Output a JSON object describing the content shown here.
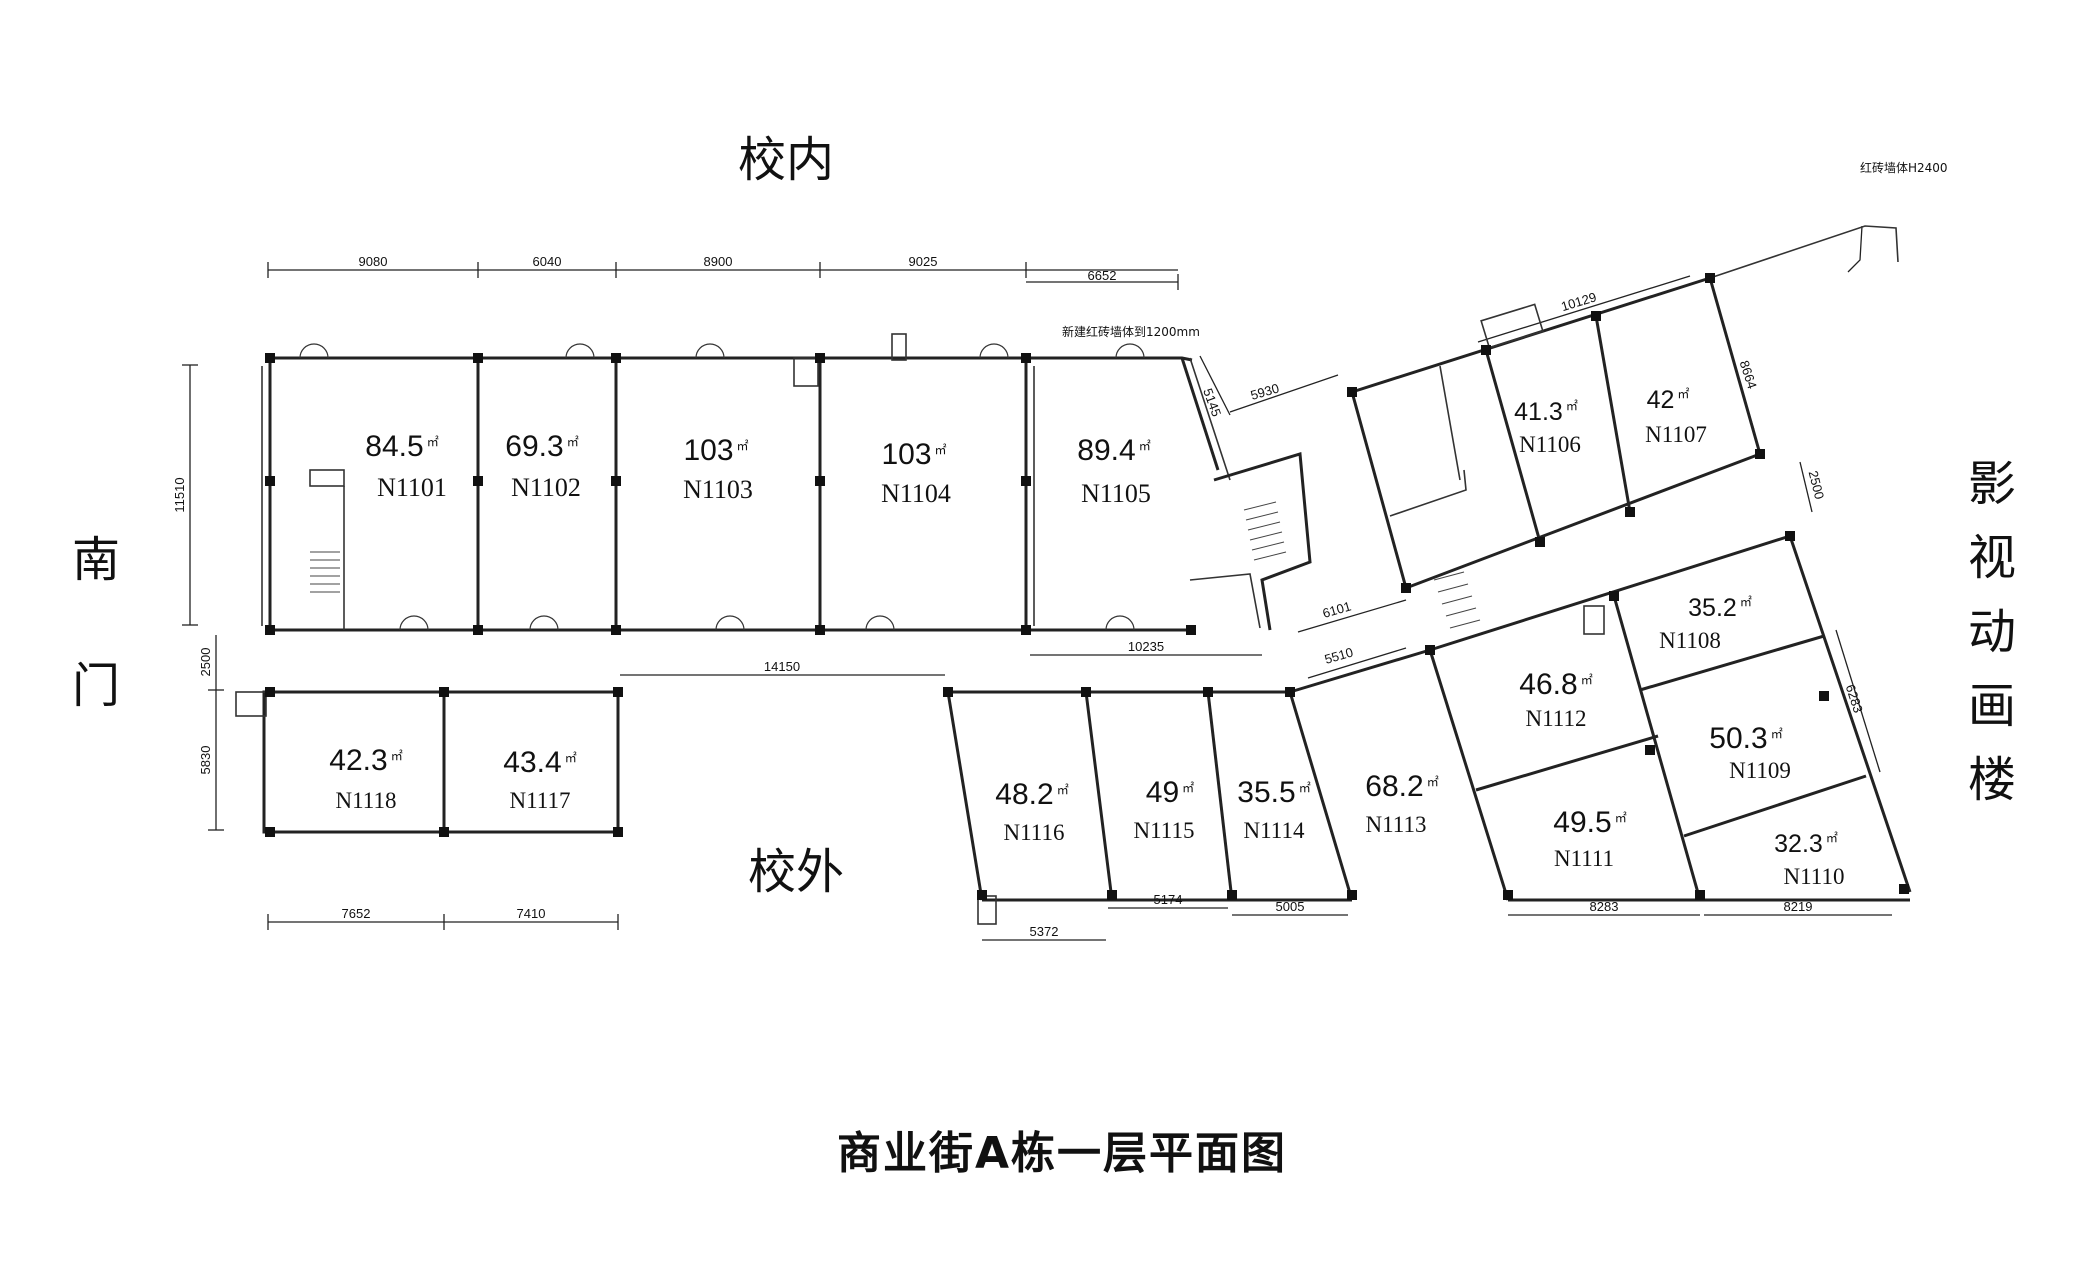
{
  "labels": {
    "north": "校内",
    "south": "校外",
    "west_chars": [
      "南",
      "门"
    ],
    "east_chars": [
      "影",
      "视",
      "动",
      "画",
      "楼"
    ],
    "title": "商业街A栋一层平面图"
  },
  "area_unit": "㎡",
  "units": [
    {
      "id": "N1101",
      "area": "84.5"
    },
    {
      "id": "N1102",
      "area": "69.3"
    },
    {
      "id": "N1103",
      "area": "103"
    },
    {
      "id": "N1104",
      "area": "103"
    },
    {
      "id": "N1105",
      "area": "89.4"
    },
    {
      "id": "N1106",
      "area": "41.3"
    },
    {
      "id": "N1107",
      "area": "42"
    },
    {
      "id": "N1108",
      "area": "35.2"
    },
    {
      "id": "N1109",
      "area": "50.3"
    },
    {
      "id": "N1110",
      "area": "32.3"
    },
    {
      "id": "N1111",
      "area": "49.5"
    },
    {
      "id": "N1112",
      "area": "46.8"
    },
    {
      "id": "N1113",
      "area": "68.2"
    },
    {
      "id": "N1114",
      "area": "35.5"
    },
    {
      "id": "N1115",
      "area": "49"
    },
    {
      "id": "N1116",
      "area": "48.2"
    },
    {
      "id": "N1117",
      "area": "43.4"
    },
    {
      "id": "N1118",
      "area": "42.3"
    }
  ],
  "dimensions": {
    "top": [
      "9080",
      "6040",
      "8900",
      "9025",
      "6652"
    ],
    "left": [
      "11510",
      "2500",
      "5830"
    ],
    "bottom_left": [
      "7652",
      "7410"
    ],
    "corridor": "14150",
    "d10235": "10235",
    "bottom_right": [
      "5372",
      "5174",
      "5005",
      "8283",
      "8219"
    ],
    "diag": [
      "6101",
      "5510",
      "5145",
      "5930",
      "10129",
      "8664",
      "2500",
      "6283"
    ]
  },
  "notes": {
    "new_wall": "新建红砖墙体到1200mm",
    "brick_wall": "红砖墙体H2400"
  }
}
